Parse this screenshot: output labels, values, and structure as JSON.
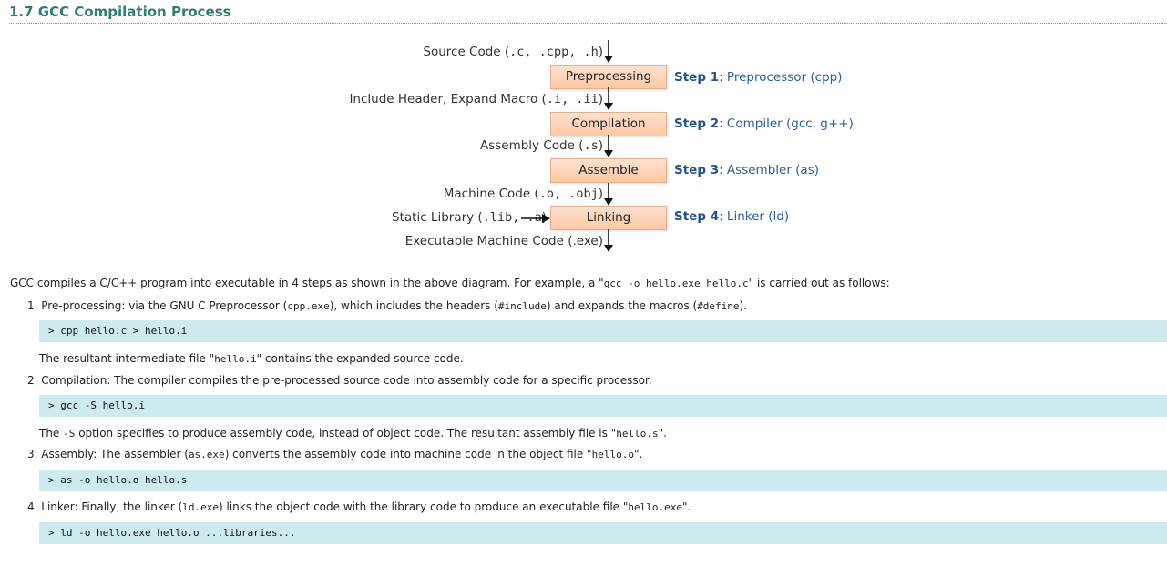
{
  "section": {
    "title": "1.7  GCC Compilation Process"
  },
  "diagram": {
    "src_label_a": "Source Code (",
    "src_label_code": ".c, .cpp, .h",
    "src_label_b": ")",
    "inc_label_a": "Include Header, Expand Macro (",
    "inc_label_code": ".i, .ii",
    "inc_label_b": ")",
    "asm_label_a": "Assembly Code (",
    "asm_label_code": ".s",
    "asm_label_b": ")",
    "mach_label_a": "Machine Code (",
    "mach_label_code": ".o, .obj",
    "mach_label_b": ")",
    "lib_label_a": "Static Library (",
    "lib_label_code": ".lib, .a",
    "lib_label_b": ")",
    "exe_label": "Executable Machine Code (.exe)",
    "boxes": [
      "Preprocessing",
      "Compilation",
      "Assemble",
      "Linking"
    ],
    "steps": [
      {
        "num": "Step 1",
        "desc": ": Preprocessor (cpp)"
      },
      {
        "num": "Step 2",
        "desc": ": Compiler (gcc, g++)"
      },
      {
        "num": "Step 3",
        "desc": ": Assembler (as)"
      },
      {
        "num": "Step 4",
        "desc": ": Linker (ld)"
      }
    ]
  },
  "intro": {
    "a": "GCC compiles a C/C++ program into executable in 4 steps as shown in the above diagram. For example, a \"",
    "code": "gcc -o hello.exe hello.c",
    "b": "\" is carried out as follows:"
  },
  "items": [
    {
      "num": "1.",
      "a": "Pre-processing: via the GNU C Preprocessor (",
      "c1": "cpp.exe",
      "b": "), which includes the headers (",
      "c2": "#include",
      "c": ") and expands the macros (",
      "c3": "#define",
      "d": ").",
      "command": "> cpp hello.c > hello.i",
      "note_a": "The resultant intermediate file \"",
      "note_code": "hello.i",
      "note_b": "\" contains the expanded source code."
    },
    {
      "num": "2.",
      "text": "Compilation: The compiler compiles the pre-processed source code into assembly code for a specific processor.",
      "command": "> gcc -S hello.i",
      "note_a": "The ",
      "note_code": "-S",
      "note_b": " option specifies to produce assembly code, instead of object code. The resultant assembly file is \"",
      "note_code2": "hello.s",
      "note_c": "\"."
    },
    {
      "num": "3.",
      "a": "Assembly: The assembler (",
      "c1": "as.exe",
      "b": ") converts the assembly code into machine code in the object file \"",
      "c2": "hello.o",
      "c": "\".",
      "command": "> as -o hello.o hello.s"
    },
    {
      "num": "4.",
      "a": "Linker: Finally, the linker (",
      "c1": "ld.exe",
      "b": ") links the object code with the library code to produce an executable file \"",
      "c2": "hello.exe",
      "c": "\".",
      "command": "> ld -o hello.exe hello.o ...libraries..."
    }
  ]
}
